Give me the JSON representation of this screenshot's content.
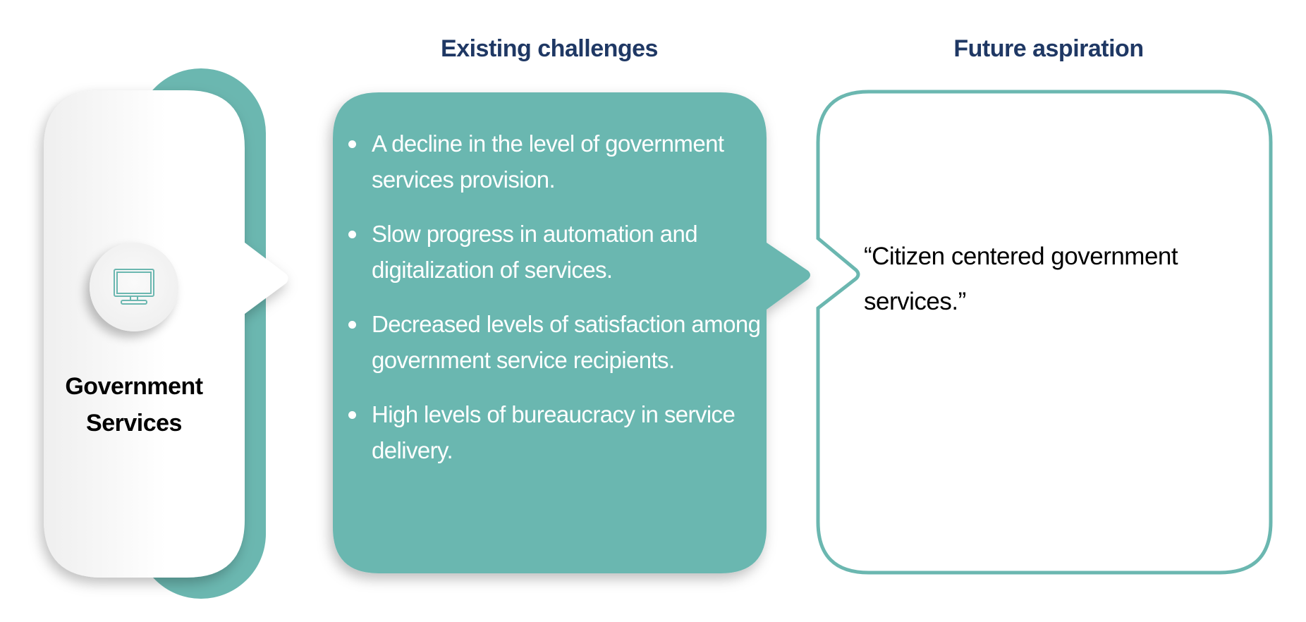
{
  "headers": {
    "challenges": "Existing challenges",
    "aspiration": "Future aspiration"
  },
  "left_card": {
    "icon": "monitor-icon",
    "title_line1": "Government",
    "title_line2": "Services"
  },
  "challenges": [
    "A decline in the level of government services provision.",
    "Slow progress in automation and digitalization of services.",
    "Decreased levels of satisfaction among government service recipients.",
    "High levels of bureaucracy in service delivery."
  ],
  "aspiration": {
    "quote": "“Citizen centered government services.”"
  },
  "colors": {
    "teal": "#6bb7b0",
    "heading": "#1f3864"
  }
}
